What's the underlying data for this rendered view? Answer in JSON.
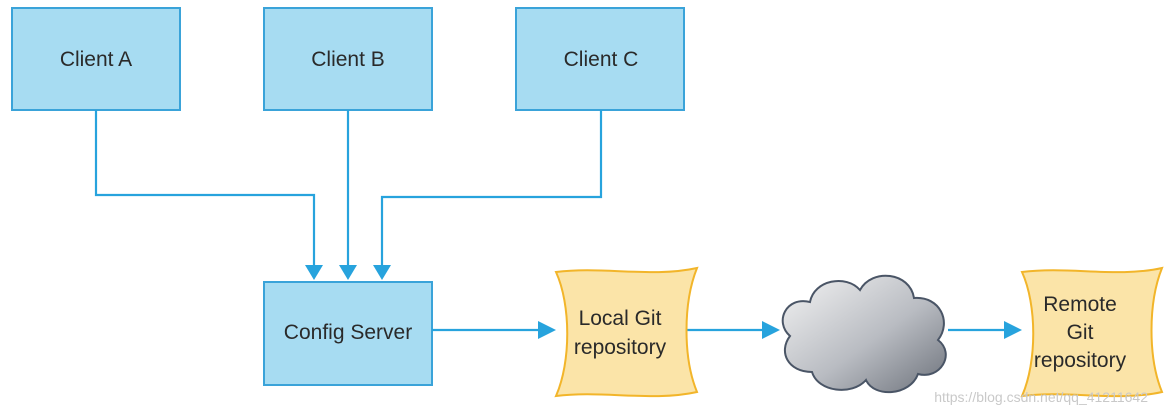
{
  "colors": {
    "client_fill": "#a7dcf2",
    "client_stroke": "#3aa3d9",
    "doc_fill": "#fbe4a8",
    "doc_stroke": "#f2b52a",
    "arrow": "#27a3dd",
    "cloud_stroke": "#4a5566",
    "background": "#ffffff"
  },
  "nodes": {
    "client_a": "Client A",
    "client_b": "Client B",
    "client_c": "Client C",
    "config_server": "Config Server",
    "local_repo": [
      "Local Git",
      "repository"
    ],
    "remote_repo": [
      "Remote",
      "Git",
      "repository"
    ]
  },
  "icons": {
    "network": "cloud-icon"
  },
  "watermark": "https://blog.csdn.net/qq_41211642"
}
